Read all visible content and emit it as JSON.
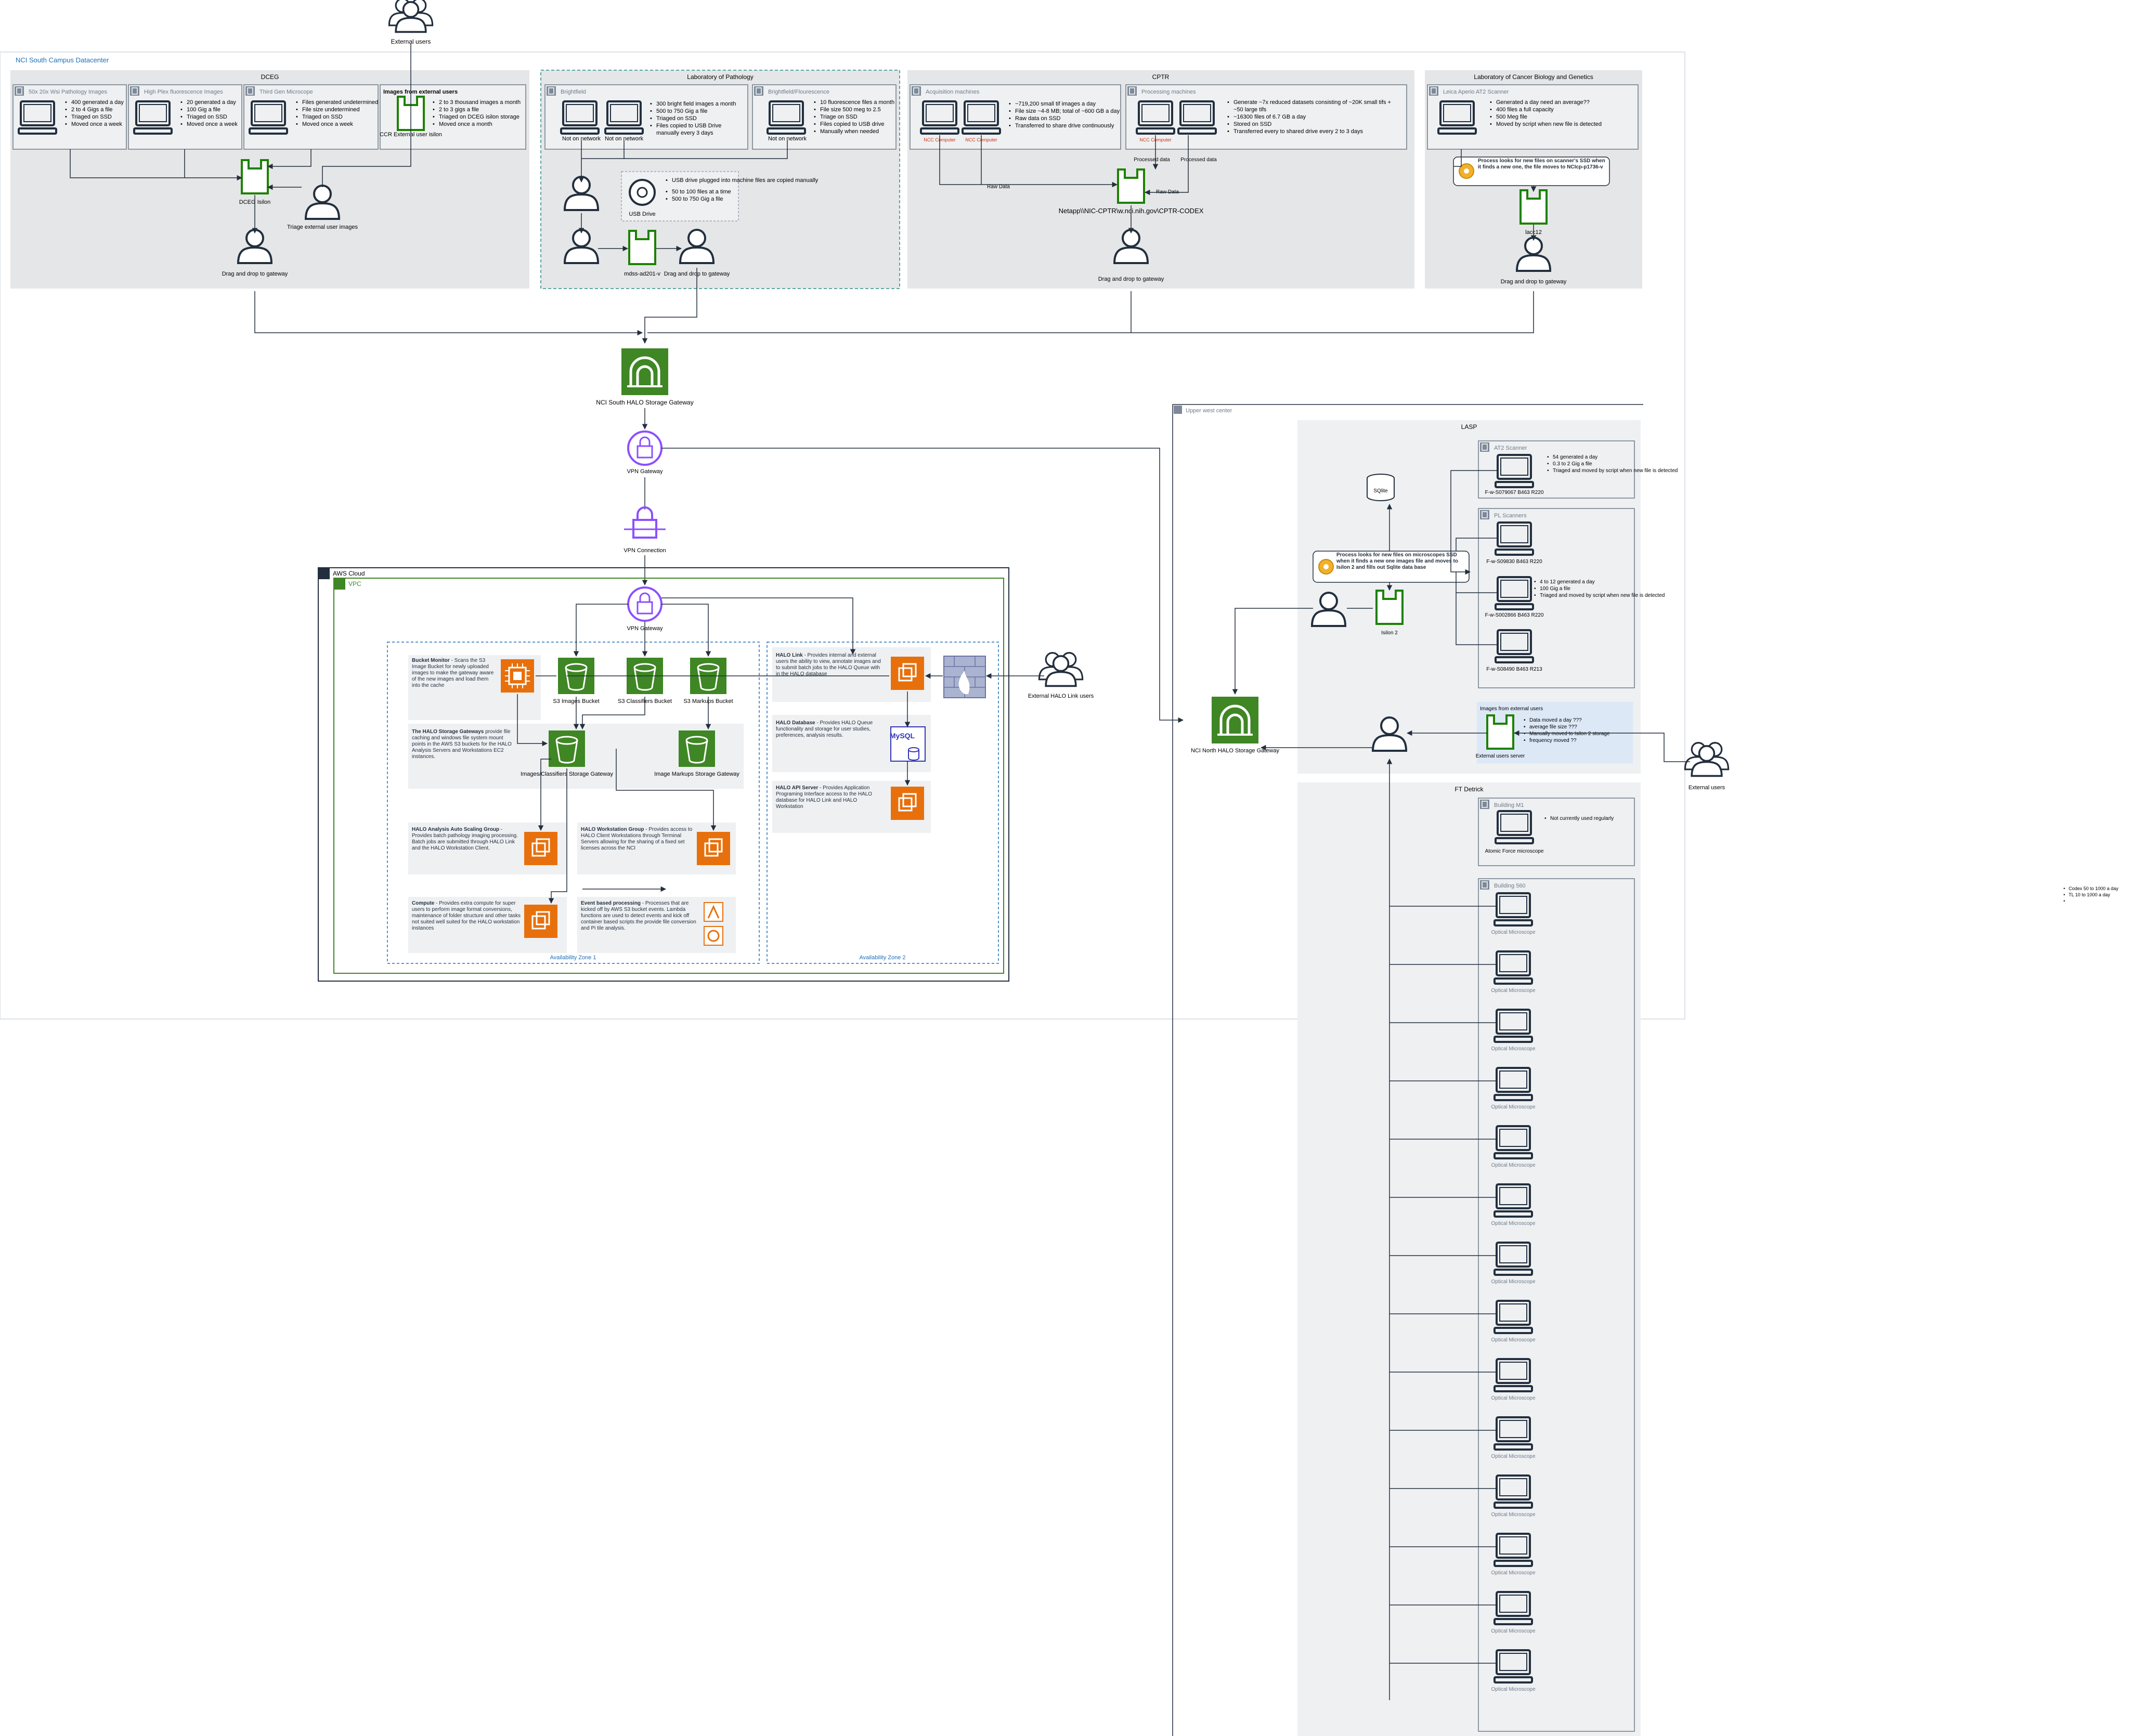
{
  "datacenter_south": {
    "label": "NCI South Campus Datacenter"
  },
  "datacenter_north": {
    "label": "Upper west center"
  },
  "external_users_top": "External users",
  "groups": {
    "dceg": {
      "title": "DCEG",
      "sub": [
        {
          "title": "50x 20x Wsi Pathology Images",
          "bullets": [
            "400 generated a day",
            "2 to 4 Gigs a file",
            "Triaged on SSD",
            "Moved once a week"
          ]
        },
        {
          "title": "High Plex fluorescence Images",
          "bullets": [
            "20 generated a day",
            "100 Gig a file",
            "Triaged on SSD",
            "Moved once a week"
          ]
        },
        {
          "title": "Third Gen Microcope",
          "bullets": [
            "Files generated undetermined",
            "File size undetermined",
            "Triaged on SSD",
            "Moved once a week"
          ]
        },
        {
          "title": "Images from external users",
          "bullets": [
            "2 to 3 thousand images a month",
            "2 to 3 gigs a file",
            "Triaged on DCEG isilon storage",
            "Moved once a month"
          ]
        }
      ],
      "isilon_label": "DCEG Isilon",
      "ccr_label": "CCR External user isilon",
      "triage_label": "Triage external user images",
      "drag_label": "Drag and drop to gateway"
    },
    "lp": {
      "title": "Laboratory of Pathology",
      "sub": [
        {
          "title": "Brightfield",
          "bullets": [
            "300 bright field images a month",
            "500 to 750 Gig a file",
            "Triaged on SSD",
            "Files copied to USB Drive",
            "manually every 3 days"
          ]
        },
        {
          "title": "Brightfield/Flourescence",
          "bullets": [
            "10 fluorescence files a month",
            "File size 500 meg to 2.5",
            "Triage on SSD",
            "Files copied to USB drive",
            "Manually when needed"
          ]
        }
      ],
      "not_on_network_1": "Not on network",
      "not_on_network_2": "Not on network",
      "not_on_network_3": "Not on network",
      "usb_label": "USB Drive",
      "usb_bullets": [
        "USB drive plugged into machine files are copied manually",
        "50 to 100 files at a time",
        "500 to 750 Gig a file"
      ],
      "nas_label": "mdss-ad201-v",
      "drag_label": "Drag and drop to gateway"
    },
    "cptr": {
      "title": "CPTR",
      "sub": [
        {
          "title": "Acquisition machines",
          "bullets": [
            "~719,200 small tif images a day",
            "File size ~4-8 MB; total of ~600 GB a day",
            "Raw data on SSD",
            "Transferred to share drive continuously"
          ]
        },
        {
          "title": "Processing machines",
          "bullets": [
            "Generate ~7x reduced datasets consisting of ~20K small tifs +",
            "~50 large tifs",
            "~16300 files of 6.7 GB a day",
            "Stored on SSD",
            "Transferred every to shared drive every 2 to 3 days"
          ]
        }
      ],
      "ncc_1": "NCC Computer",
      "ncc_2": "NCC Computer",
      "ncc_3": "NCC Computer",
      "raw_data_1": "Raw Data",
      "raw_data_2": "Raw Data",
      "processed_1": "Processed data",
      "processed_2": "Processed data",
      "share_path": "Netapp\\\\NIC-CPTR\\w.nci.nih.gov\\CPTR-CODEX",
      "drag_label": "Drag and drop to gateway"
    },
    "lcbg": {
      "title": "Laboratory of Cancer Biology and Genetics",
      "sub_title": "Leica Aperio AT2 Scanner",
      "bullets": [
        "Generated a day need an average??",
        "400 files a full capacity",
        "500 Meg file",
        "Moved by script when new file is detected"
      ],
      "script_label": "Process looks for new files on scanner's SSD when it finds a new one, the file moves to NCIcp-p1736-v",
      "server_label": "lacc12",
      "drag_label": "Drag and drop to gateway"
    }
  },
  "south_gateway": "NCI South HALO Storage Gateway",
  "vpn_gateway_top": "VPN Gateway",
  "vpn_connection": "VPN Connection",
  "aws": {
    "cloud_label": "AWS Cloud",
    "vpc_label": "VPC",
    "vpn_gateway": "VPN Gateway",
    "az1": "Availability Zone 1",
    "az2": "Availability Zone 2",
    "buckets": [
      "S3 Images Bucket",
      "S3 Classifiers Bucket",
      "S3 Markups Bucket"
    ],
    "bucket_monitor": {
      "title": "Bucket Monitor",
      "desc": "- Scans the S3 Image Bucket for newly uploaded images to make the gateway aware of the new images and load them into the cache"
    },
    "storage_gw": {
      "title": "The HALO Storage Gateways",
      "desc": "provide file caching and windows file system mount points in the AWS S3 buckets for the HALO Analysis Servers and Workstations EC2 instances."
    },
    "gw_images": "Images/Classifiers Storage Gateway",
    "gw_markups": "Image Markups Storage Gateway",
    "autoscaling": {
      "title": "HALO Analysis Auto Scaling Group",
      "desc": "- Provides batch pathology imaging processing. Batch jobs are submitted through HALO Link and the HALO Workstation Client."
    },
    "workstation": {
      "title": "HALO Workstation Group",
      "desc": "- Provides access to HALO Client Workstations through Terminal Servers allowing for the sharing of a fixed set licenses across the NCI"
    },
    "compute": {
      "title": "Compute",
      "desc": "- Provides extra compute for super users to perform image format conversions, maintenance of folder structure and other tasks not suited well suited for the HALO workstation instances"
    },
    "event": {
      "title": "Event based processing",
      "desc": "- Processes that are kicked off by AWS S3 bucket events. Lambda functions are used to detect events and kick off container based scripts the provide file conversion and Pi tile analysis."
    },
    "halo_link": {
      "title": "HALO Link",
      "desc": "- Provides internal and external users the ability to view, annotate images and to submit batch jobs to the HALO Queue with in the HALO database"
    },
    "halo_db": {
      "title": "HALO Database",
      "desc": "- Provides HALO Queue functionality and storage for user studies, preferences, analysis results."
    },
    "halo_api": {
      "title": "HALO API Server",
      "desc": "- Provides Application Programing Interface access to the HALO database for HALO Link and HALO Workstation"
    },
    "mysql_label": "MySQL",
    "external_link_users": "External HALO Link users"
  },
  "north": {
    "lasp": "LASP",
    "at2": {
      "title": "AT2 Scanner",
      "bullets": [
        "54 generated a day",
        "0.3 to 2 Gig a file",
        "Triaged and moved by script when new file is detected"
      ],
      "host": "F-w-S079067 B463 R220"
    },
    "pl": {
      "title": "PL Scanners",
      "host1": "F-w-S09830 B463 R220",
      "host2": "F-w-S002866 B463 R220",
      "host3": "F-w-S08490 B463 R213",
      "bullets": [
        "4 to 12 generated a day",
        "100 Gig a file",
        "Triaged and moved by script when new file is detected"
      ]
    },
    "script_label": "Process looks for new files on microscopes SSD when it finds a new one images file and moves to Isilon 2 and fills out Sqlite data base",
    "db_label": "SQlite",
    "isilon2": "Isilon 2",
    "ext": {
      "title": "Images from external users",
      "bullets": [
        "Data moved a day ???",
        "average file size ???",
        "Manually moved to Isilon 2 storage",
        "frequency moved ??"
      ],
      "server": "External users server"
    },
    "north_gateway": "NCI North HALO Storage Gateway",
    "ftd": "FT Detrick",
    "building_m": {
      "title": "Building M1",
      "bullets": [
        "Not currently used regularly"
      ],
      "label": "Atomic Force microscope"
    },
    "building_560": {
      "title": "Building 560",
      "scopes": [
        "Optical Microscope",
        "Optical Microscope",
        "Optical Microscope",
        "Optical Microscope",
        "Optical Microscope",
        "Optical Microscope",
        "Optical Microscope",
        "Optical Microscope",
        "Optical Microscope",
        "Optical Microscope",
        "Optical Microscope",
        "Optical Microscope",
        "Optical Microscope",
        "Optical Microscope"
      ]
    }
  },
  "external_users_right": "External users",
  "far_right_bullets": [
    "Codex 50 to 1000 a day",
    "TL 10 to 1000 a day",
    ""
  ]
}
